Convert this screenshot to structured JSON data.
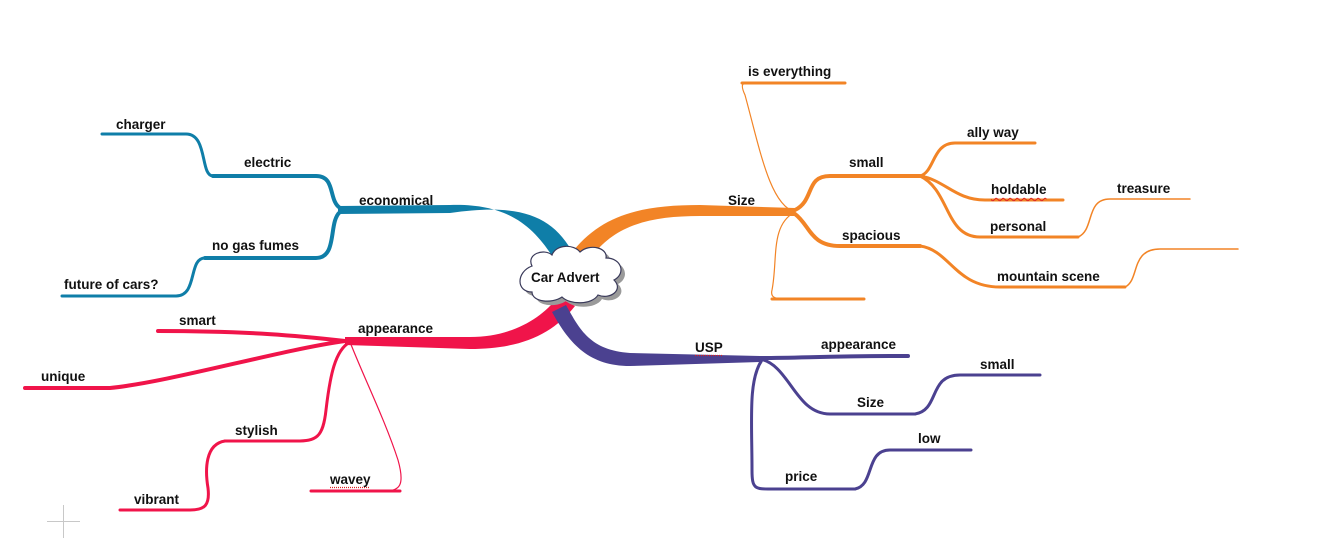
{
  "central_topic": "Car Advert",
  "colors": {
    "economical": "#0f7ea8",
    "size": "#f28426",
    "appearance": "#f0144a",
    "usp": "#4b4190"
  },
  "branches": {
    "economical": {
      "label": "economical",
      "children": {
        "electric": "electric",
        "charger": "charger",
        "no_gas_fumes": "no gas fumes",
        "future_of_cars": "future of cars?"
      }
    },
    "size": {
      "label": "Size",
      "children": {
        "is_everything": "is everything",
        "small": "small",
        "ally_way": "ally way",
        "holdable": "holdable",
        "personal": "personal",
        "treasure": "treasure",
        "spacious": "spacious",
        "mountain_scene": "mountain scene"
      }
    },
    "appearance": {
      "label": "appearance",
      "children": {
        "smart": "smart",
        "unique": "unique",
        "stylish": "stylish",
        "vibrant": "vibrant",
        "wavey": "wavey"
      }
    },
    "usp": {
      "label": "USP",
      "children": {
        "appearance": "appearance",
        "size": "Size",
        "small": "small",
        "price": "price",
        "low": "low"
      }
    }
  }
}
